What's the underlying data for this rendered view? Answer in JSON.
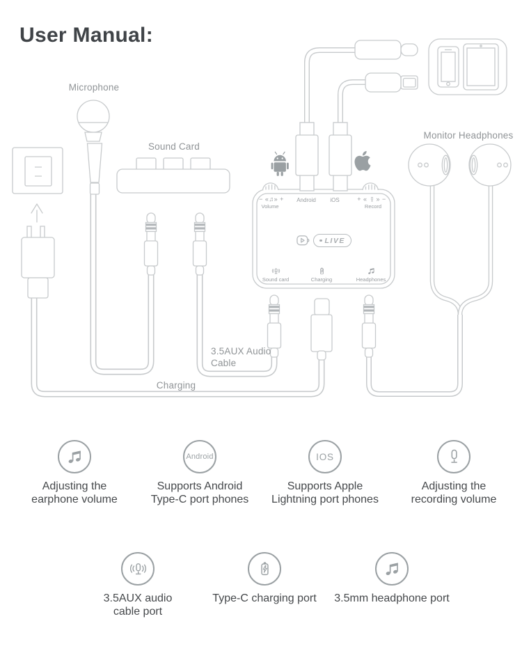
{
  "title": "User Manual:",
  "colors": {
    "line": "#c7cacc",
    "icon": "#9aa0a3",
    "label": "#8f9396",
    "caption": "#45484b",
    "title": "#3f4347",
    "stripe": "#b2b6b9",
    "tinytext": "#989ca0"
  },
  "diagram": {
    "microphone_label": "Microphone",
    "sound_card_label": "Sound Card",
    "monitor_headphones_label": "Monitor Headphones",
    "aux_cable_label": "3.5AUX Audio\nCable",
    "charging_label": "Charging",
    "device": {
      "volume_glyphs": "− «♫» +",
      "volume_label": "Volume",
      "android_label": "Android",
      "ios_label": "iOS",
      "record_glyphs_left": "+ «",
      "record_glyphs_right": "» −",
      "record_label": "Record",
      "live_label": "LIVE",
      "sound_card_port_label": "Sound card",
      "charging_port_label": "Charging",
      "headphones_port_label": "Headphones"
    }
  },
  "features_row1": [
    {
      "icon": "music-note-icon",
      "caption": "Adjusting the\nearphone volume"
    },
    {
      "badge": "Android",
      "caption": "Supports Android\nType-C port phones"
    },
    {
      "badge": "IOS",
      "caption": "Supports Apple\nLightning port phones"
    },
    {
      "icon": "microphone-icon",
      "caption": "Adjusting the\nrecording volume"
    }
  ],
  "features_row2": [
    {
      "icon": "aux-microphone-icon",
      "caption": "3.5AUX audio\ncable port"
    },
    {
      "icon": "battery-charging-icon",
      "caption": "Type-C charging port"
    },
    {
      "icon": "music-note-icon",
      "caption": "3.5mm headphone port"
    }
  ]
}
